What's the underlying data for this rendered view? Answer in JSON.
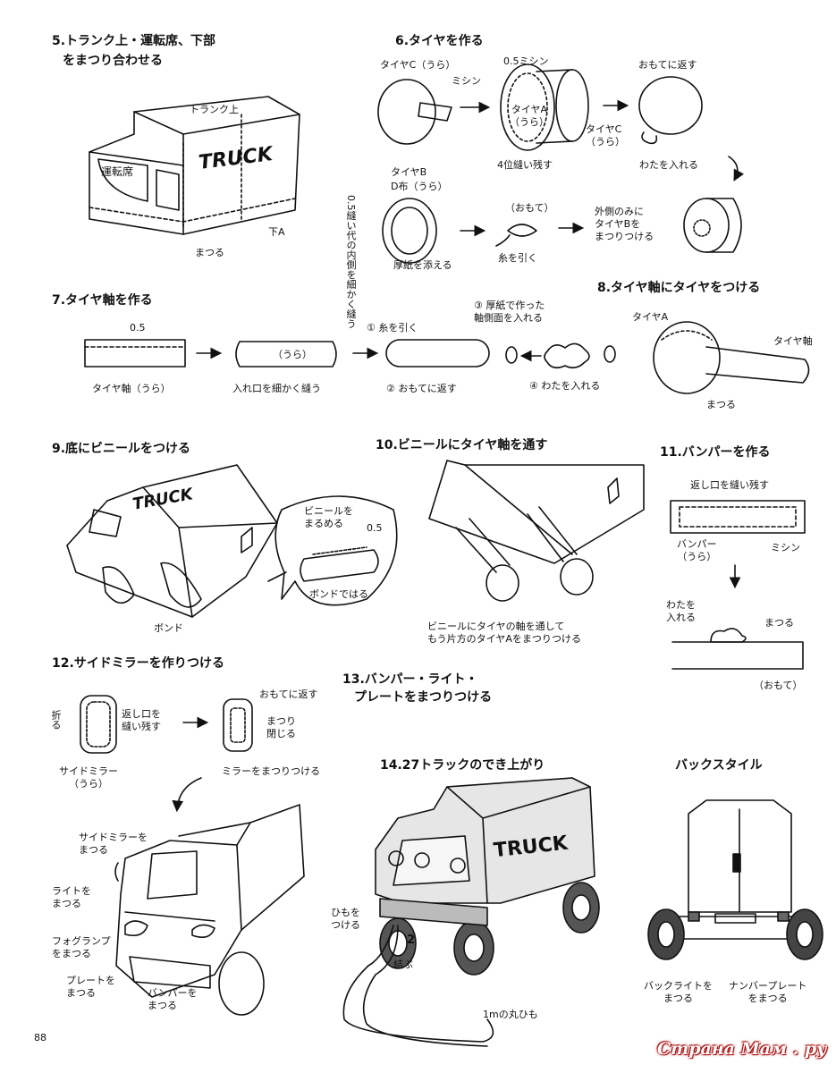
{
  "sections": {
    "s5": {
      "title1": "5.トランク上・運転席、下部",
      "title2": "をまつり合わせる",
      "labels": {
        "trunk_top": "トランク上",
        "driver_seat": "運転席",
        "truck": "TRUCK",
        "bottom_a": "下A",
        "matsuru": "まつる"
      }
    },
    "s6": {
      "title": "6.タイヤを作る",
      "labels": {
        "tire_c_ura": "タイヤC（うら）",
        "mishin": "ミシン",
        "half_mm": "0.5ミシン",
        "tire_a_ura": "タイヤA\n（うら）",
        "tire_c_ura2": "タイヤC\n（うら）",
        "leave_4": "4位縫い残す",
        "turn_right": "おもてに返す",
        "put_cotton": "わたを入れる",
        "tire_b": "タイヤB",
        "d_fabric": "D布（うら）",
        "vertical_note": "0.5縫い代の内側を細かく縫う",
        "add_cardboard": "厚紙を添える",
        "omote": "（おもて）",
        "pull_thread": "糸を引く",
        "outer_only": "外側のみに\nタイヤBを\nまつりつける"
      }
    },
    "s7": {
      "title": "7.タイヤ軸を作る",
      "labels": {
        "half": "0.5",
        "axle_ura": "タイヤ軸（うら）",
        "ura": "（うら）",
        "sew_opening": "入れ口を細かく縫う",
        "step1": "① 糸を引く",
        "step2": "② おもてに返す",
        "step3": "③ 厚紙で作った\n軸側面を入れる",
        "step4": "④ わたを入れる"
      }
    },
    "s8": {
      "title": "8.タイヤ軸にタイヤをつける",
      "labels": {
        "tire_a": "タイヤA",
        "axle": "タイヤ軸",
        "matsuru": "まつる"
      }
    },
    "s9": {
      "title": "9.底にビニールをつける",
      "labels": {
        "truck": "TRUCK",
        "vinyl_round": "ビニールを\nまるめる",
        "half": "0.5",
        "bond_stick": "ボンドではる",
        "bond": "ボンド"
      }
    },
    "s10": {
      "title": "10.ビニールにタイヤ軸を通す",
      "labels": {
        "note": "ビニールにタイヤの軸を通して\nもう片方のタイヤAをまつりつける"
      }
    },
    "s11": {
      "title": "11.バンパーを作る",
      "labels": {
        "leave_opening": "返し口を縫い残す",
        "bumper_ura": "バンパー\n（うら）",
        "mishin": "ミシン",
        "put_cotton": "わたを\n入れる",
        "matsuru": "まつる",
        "omote": "（おもて）"
      }
    },
    "s12": {
      "title": "12.サイドミラーを作りつける",
      "labels": {
        "fold": "折る",
        "leave_opening": "返し口を\n縫い残す",
        "side_mirror_ura": "サイドミラー\n（うら）",
        "turn_right": "おもてに返す",
        "close": "まつり\n閉じる",
        "attach_mirror": "ミラーをまつりつける",
        "mirror_matsuru": "サイドミラーを\nまつる",
        "light_matsuru": "ライトを\nまつる",
        "fog_lamp": "フォグランプ\nをまつる",
        "plate_matsuru": "プレートを\nまつる",
        "bumper_matsuru": "バンパーを\nまつる"
      }
    },
    "s13": {
      "title1": "13.バンパー・ライト・",
      "title2": "プレートをまつりつける"
    },
    "s14": {
      "title": "14.27トラックのでき上がり",
      "labels": {
        "truck": "TRUCK",
        "string": "ひもを\nつける",
        "two": "2",
        "tie": "結ぶ",
        "cord": "1mの丸ひも"
      }
    },
    "back": {
      "title": "バックスタイル",
      "labels": {
        "backlight": "バックライトを\nまつる",
        "number_plate": "ナンバープレート\nをまつる"
      }
    }
  },
  "page_number": "88",
  "watermark": "Страна Мам . ру"
}
